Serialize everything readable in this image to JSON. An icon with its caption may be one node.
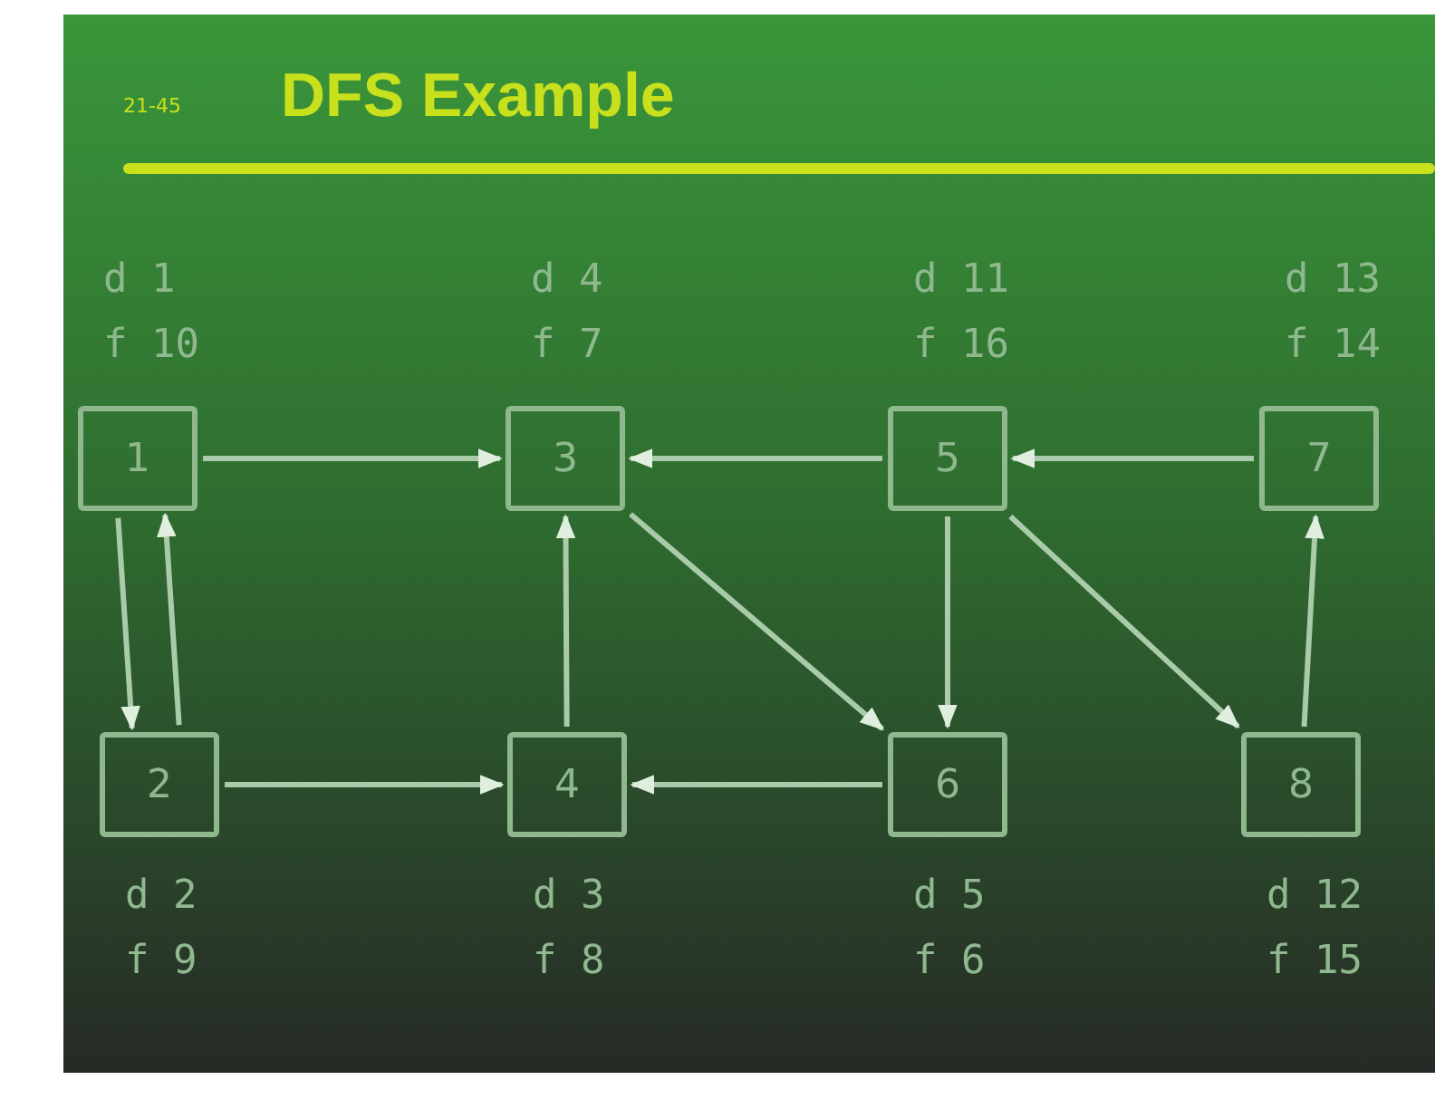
{
  "diagram": {
    "title": "DFS Example",
    "nodes": [
      {
        "text": [
          "1"
        ],
        "beside": [
          "d 1",
          "f 10"
        ]
      },
      {
        "text": [
          "3"
        ],
        "beside": [
          "d 4",
          "f 7"
        ]
      },
      {
        "text": [
          "5"
        ],
        "beside": [
          "d 11",
          "f 16"
        ]
      },
      {
        "text": [
          "7"
        ],
        "beside": [
          "d 13",
          "f 14"
        ]
      },
      {
        "text": [
          "2"
        ],
        "beside": [
          "d 2",
          "f 9"
        ]
      },
      {
        "text": [
          "4"
        ],
        "beside": [
          "d 3",
          "f 8"
        ]
      },
      {
        "text": [
          "6"
        ],
        "beside": [
          "d 5",
          "f 6"
        ]
      },
      {
        "text": [
          "8"
        ],
        "beside": [
          "d 12",
          "f 15"
        ]
      }
    ],
    "edges": [
      {
        "from": 0,
        "to": 1,
        "arrow": "to"
      },
      {
        "from": 0,
        "to": 4,
        "arrow": "to"
      },
      {
        "from": 4,
        "to": 0,
        "arrow": "to"
      },
      {
        "from": 4,
        "to": 5,
        "arrow": "to"
      },
      {
        "from": 5,
        "to": 1,
        "arrow": "to"
      },
      {
        "from": 1,
        "to": 6,
        "arrow": "to"
      },
      {
        "from": 2,
        "to": 1,
        "arrow": "to"
      },
      {
        "from": 6,
        "to": 5,
        "arrow": "to"
      },
      {
        "from": 2,
        "to": 6,
        "arrow": "to"
      },
      {
        "from": 2,
        "to": 7,
        "arrow": "to"
      },
      {
        "from": 3,
        "to": 2,
        "arrow": "to"
      },
      {
        "from": 7,
        "to": 3,
        "arrow": "to"
      }
    ],
    "labels": [
      "21-45"
    ]
  }
}
